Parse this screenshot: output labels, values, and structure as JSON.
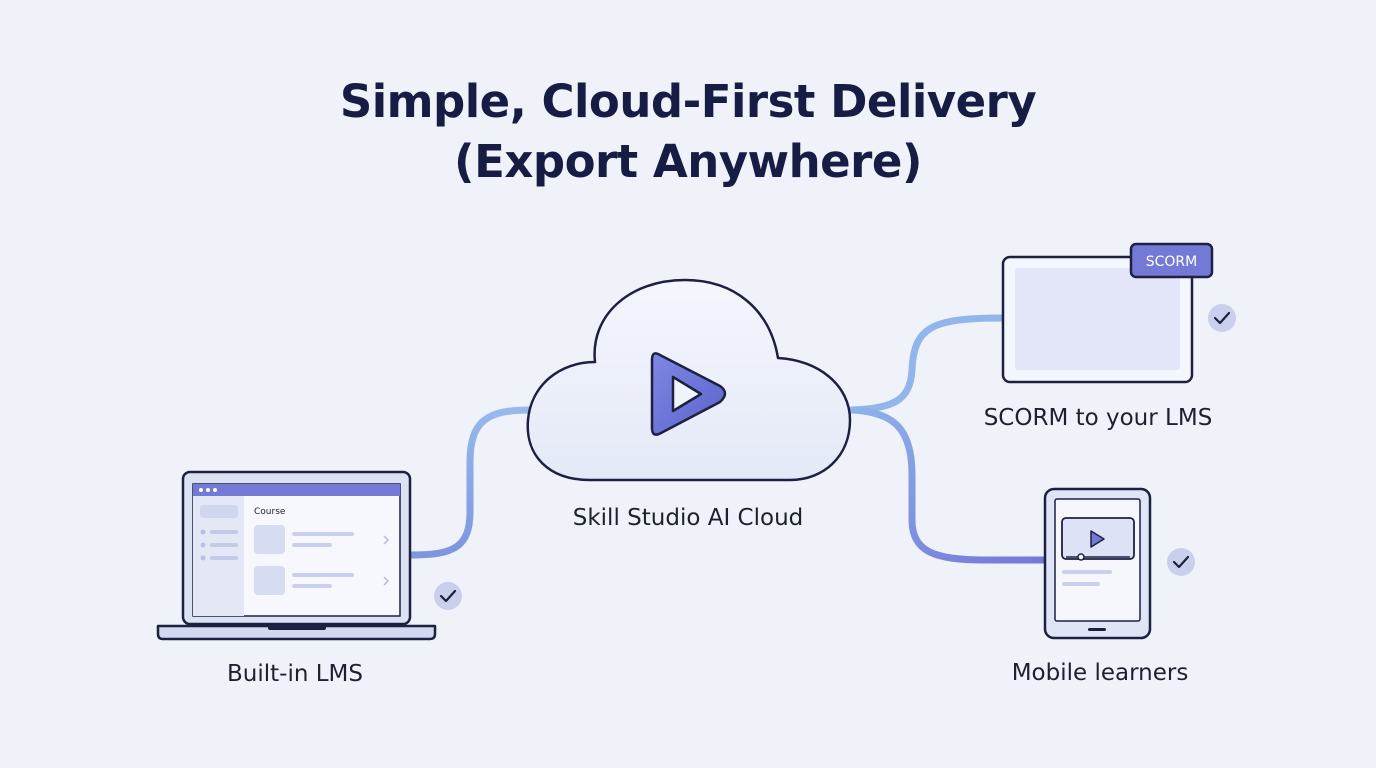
{
  "title": {
    "line1": "Simple, Cloud-First Delivery",
    "line2": "(Export Anywhere)"
  },
  "nodes": {
    "cloud": {
      "label": "Skill Studio AI Cloud",
      "icon": "play-icon"
    },
    "lms": {
      "label": "Built-in LMS",
      "screen_heading": "Course",
      "icon": "laptop-icon",
      "status_icon": "check-icon"
    },
    "scorm": {
      "label": "SCORM to your LMS",
      "badge": "SCORM",
      "icon": "window-icon",
      "status_icon": "check-icon"
    },
    "mobile": {
      "label": "Mobile learners",
      "icon": "tablet-icon",
      "status_icon": "check-icon"
    }
  },
  "colors": {
    "background": "#eff2f8",
    "title": "#161c44",
    "outline": "#1c2140",
    "accent": "#6f74d6",
    "connector_light": "#8fb2ea",
    "connector_dark": "#7c85dc",
    "check_bg": "#c9cfec"
  }
}
